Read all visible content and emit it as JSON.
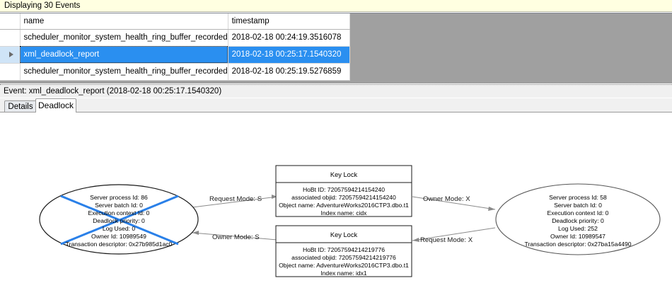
{
  "banner": {
    "text": "Displaying 30 Events"
  },
  "grid": {
    "columns": [
      "",
      "name",
      "timestamp"
    ],
    "rows": [
      {
        "marker": "",
        "name": "scheduler_monitor_system_health_ring_buffer_recorded",
        "timestamp": "2018-02-18 00:24:19.3516078",
        "selected": false
      },
      {
        "marker": "▶",
        "name": "xml_deadlock_report",
        "timestamp": "2018-02-18 00:25:17.1540320",
        "selected": true
      },
      {
        "marker": "",
        "name": "scheduler_monitor_system_health_ring_buffer_recorded",
        "timestamp": "2018-02-18 00:25:19.5276859",
        "selected": false
      }
    ],
    "selection_color": "#2a8ff0"
  },
  "event_caption": {
    "text": "Event: xml_deadlock_report (2018-02-18 00:25:17.1540320)"
  },
  "tabs": [
    {
      "label": "Details",
      "active": false
    },
    {
      "label": "Deadlock",
      "active": true
    }
  ],
  "deadlock_graph": {
    "victim_color": "#2a80e8",
    "processes": [
      {
        "id": "process-left",
        "victim": true,
        "lines": [
          "Server process Id: 86",
          "Server batch Id: 0",
          "Execution context Id: 0",
          "Deadlock priority: 0",
          "Log Used: 0",
          "Owner Id: 10989549",
          "Transaction descriptor: 0x27b985d1ac0"
        ]
      },
      {
        "id": "process-right",
        "victim": false,
        "lines": [
          "Server process Id: 58",
          "Server batch Id: 0",
          "Execution context Id: 0",
          "Deadlock priority: 0",
          "Log Used: 252",
          "Owner Id: 10989547",
          "Transaction descriptor: 0x27ba15a4490"
        ]
      }
    ],
    "resources": [
      {
        "id": "key-lock-top",
        "title": "Key Lock",
        "lines": [
          "HoBt ID: 72057594214154240",
          "associated objid: 72057594214154240",
          "Object name: AdventureWorks2016CTP3.dbo.t1",
          "Index name: cidx"
        ]
      },
      {
        "id": "key-lock-bottom",
        "title": "Key Lock",
        "lines": [
          "HoBt ID: 72057594214219776",
          "associated objid: 72057594214219776",
          "Object name: AdventureWorks2016CTP3.dbo.t1",
          "Index name: idx1"
        ]
      }
    ],
    "edges": [
      {
        "id": "edge-left-request",
        "label": "Request Mode: S"
      },
      {
        "id": "edge-right-owner",
        "label": "Owner Mode: X"
      },
      {
        "id": "edge-left-owner",
        "label": "Owner Mode: S"
      },
      {
        "id": "edge-right-request",
        "label": "Request Mode: X"
      }
    ]
  }
}
